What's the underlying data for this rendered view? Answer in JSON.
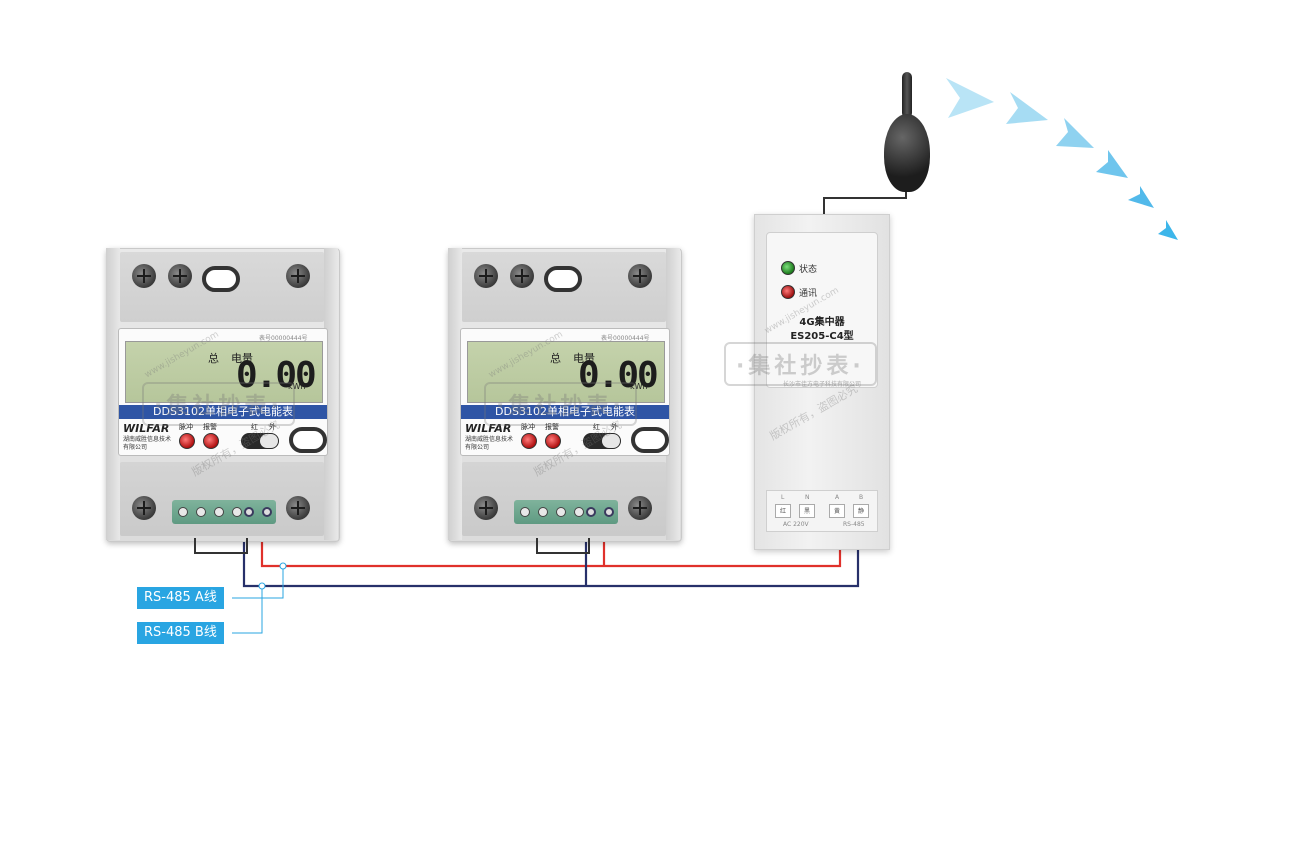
{
  "meters": [
    {
      "serial": "表号00000444号",
      "lcd_total": "总",
      "lcd_energy": "电量",
      "reading": "0.00",
      "unit": "kWh",
      "model": "DDS3102单相电子式电能表",
      "brand": "WILFAR",
      "maker": "湖南威胜信息技术有限公司",
      "pulse_label": "脉冲",
      "alarm_label": "报警",
      "ir_red_label": "红",
      "ir_ext_label": "外"
    },
    {
      "serial": "表号00000444号",
      "lcd_total": "总",
      "lcd_energy": "电量",
      "reading": "0.00",
      "unit": "kWh",
      "model": "DDS3102单相电子式电能表",
      "brand": "WILFAR",
      "maker": "湖南威胜信息技术有限公司",
      "pulse_label": "脉冲",
      "alarm_label": "报警",
      "ir_red_label": "红",
      "ir_ext_label": "外"
    }
  ],
  "concentrator": {
    "status_label": "状态",
    "comm_label": "通讯",
    "title": "4G集中器",
    "model": "ES205-C4型",
    "company": "长沙市佳方电子科技有限公司",
    "terminal_tags": [
      "L",
      "N",
      "A",
      "B"
    ],
    "terminal_boxes": [
      "红",
      "黑",
      "黄",
      "静"
    ],
    "terminal_power": "AC 220V",
    "terminal_rs485": "RS-485"
  },
  "labels": {
    "rs485_a": "RS-485 A线",
    "rs485_b": "RS-485 B线"
  },
  "watermark": {
    "main": "·集社抄表·",
    "sub": "版权所有，盗图必究",
    "url": "www.jisheyun.com"
  },
  "colors": {
    "wire_red": "#e0312b",
    "wire_blue": "#27306a",
    "label_bg": "#29a5e2",
    "signal": "#3db6ea"
  }
}
